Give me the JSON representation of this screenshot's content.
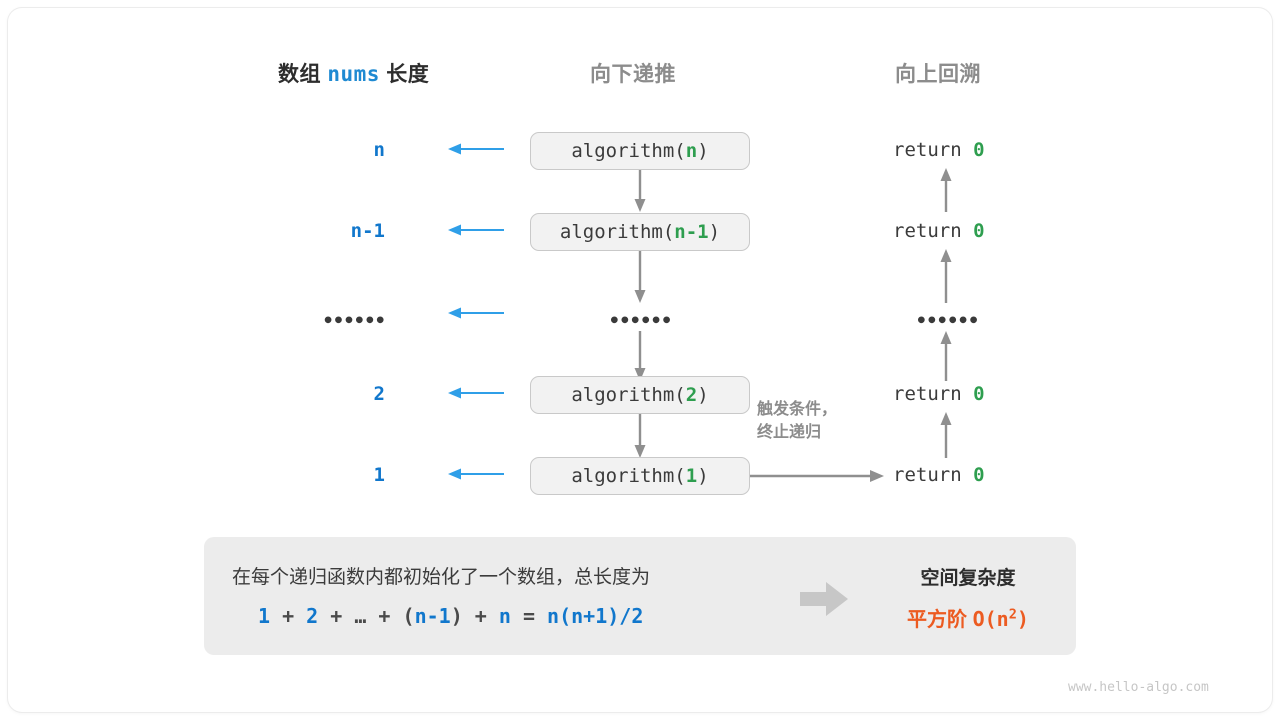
{
  "headers": {
    "left_prefix": "数组",
    "left_mono": "nums",
    "left_suffix": "长度",
    "middle": "向下递推",
    "right": "向上回溯"
  },
  "rows": [
    {
      "size": "n",
      "size_is_dots": false,
      "call_name": "algorithm(",
      "call_arg": "n",
      "call_close": ")",
      "call_is_dots": false,
      "ret_text": "return",
      "ret_value": "0",
      "ret_is_dots": false
    },
    {
      "size": "n-1",
      "size_is_dots": false,
      "call_name": "algorithm(",
      "call_arg": "n-1",
      "call_close": ")",
      "call_is_dots": false,
      "ret_text": "return",
      "ret_value": "0",
      "ret_is_dots": false
    },
    {
      "size": "••••••",
      "size_is_dots": true,
      "call_name": "••••••",
      "call_arg": "",
      "call_close": "",
      "call_is_dots": true,
      "ret_text": "••••••",
      "ret_value": "",
      "ret_is_dots": true
    },
    {
      "size": "2",
      "size_is_dots": false,
      "call_name": "algorithm(",
      "call_arg": "2",
      "call_close": ")",
      "call_is_dots": false,
      "ret_text": "return",
      "ret_value": "0",
      "ret_is_dots": false
    },
    {
      "size": "1",
      "size_is_dots": false,
      "call_name": "algorithm(",
      "call_arg": "1",
      "call_close": ")",
      "call_is_dots": false,
      "ret_text": "return",
      "ret_value": "0",
      "ret_is_dots": false
    }
  ],
  "trigger_note": {
    "line1": "触发条件，",
    "line2": "终止递归"
  },
  "summary": {
    "description": "在每个递归函数内都初始化了一个数组，总长度为",
    "formula_parts": [
      {
        "t": "1",
        "blue": true
      },
      {
        "t": " + ",
        "blue": false
      },
      {
        "t": "2",
        "blue": true
      },
      {
        "t": " + ",
        "blue": false
      },
      {
        "t": "…",
        "blue": false
      },
      {
        "t": " + ",
        "blue": false
      },
      {
        "t": "(",
        "blue": false
      },
      {
        "t": "n-1",
        "blue": true
      },
      {
        "t": ")",
        "blue": false
      },
      {
        "t": " + ",
        "blue": false
      },
      {
        "t": "n",
        "blue": true
      },
      {
        "t": " = ",
        "blue": false
      },
      {
        "t": "n(n+1)/2",
        "blue": true
      }
    ],
    "complexity_title": "空间复杂度",
    "complexity_label": "平方阶",
    "complexity_big_o": "O(n",
    "complexity_exp": "2",
    "complexity_close": ")"
  },
  "watermark": "www.hello-algo.com",
  "colors": {
    "blue": "#1177cc",
    "green": "#2e9e4f",
    "orange": "#ec5b21",
    "gray": "#8c8c8c",
    "box_bg": "#f2f2f2",
    "panel_bg": "#ececec"
  }
}
